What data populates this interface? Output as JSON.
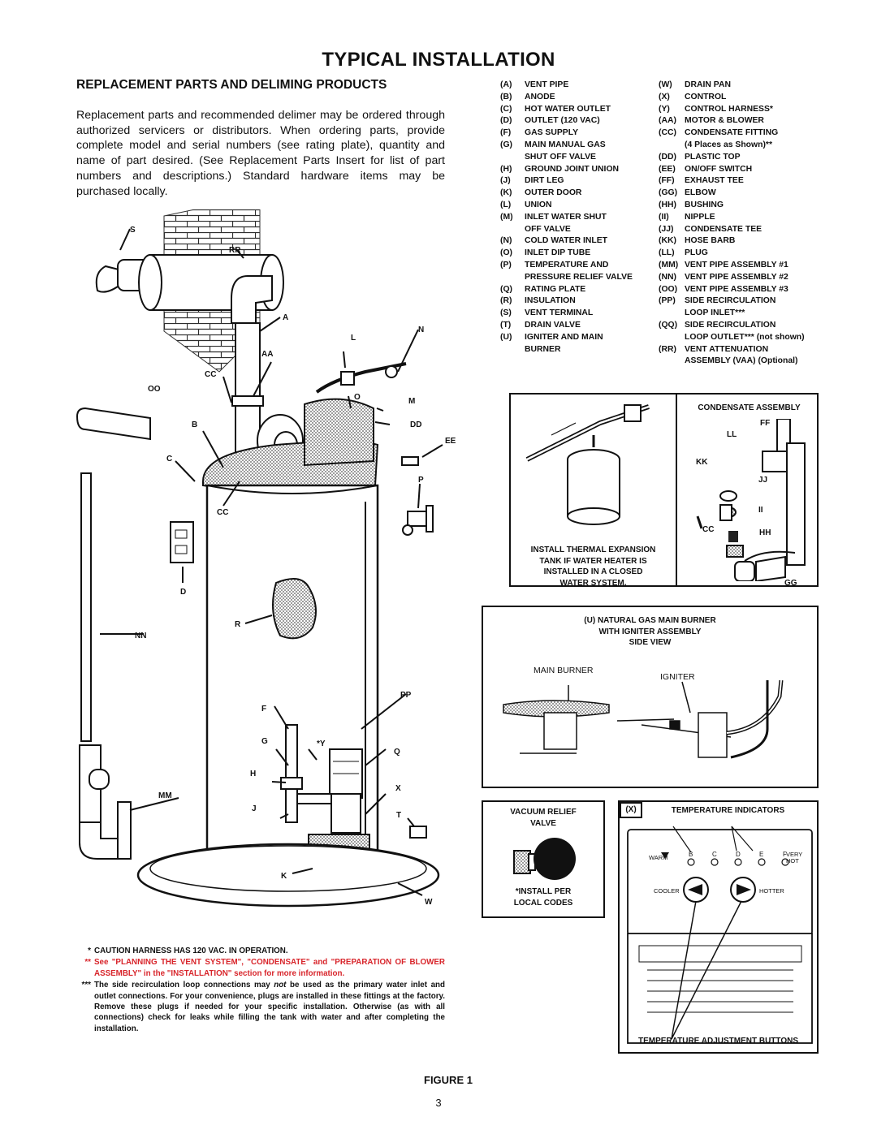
{
  "title": "TYPICAL INSTALLATION",
  "subtitle": "REPLACEMENT PARTS AND DELIMING PRODUCTS",
  "intro": "Replacement parts and recommended delimer may be ordered through authorized servicers or distributors. When ordering parts, provide complete model and serial numbers (see rating plate), quantity and name of part desired. (See Replacement Parts Insert for list of part numbers and descriptions.) Standard hardware items may be purchased locally.",
  "legend_left": [
    {
      "code": "(A)",
      "text": "VENT PIPE"
    },
    {
      "code": "(B)",
      "text": "ANODE"
    },
    {
      "code": "(C)",
      "text": "HOT WATER OUTLET"
    },
    {
      "code": "(D)",
      "text": "OUTLET (120 VAC)"
    },
    {
      "code": "(F)",
      "text": "GAS SUPPLY"
    },
    {
      "code": "(G)",
      "text": "MAIN MANUAL GAS"
    },
    {
      "code": "",
      "text": "SHUT OFF VALVE"
    },
    {
      "code": "(H)",
      "text": "GROUND JOINT UNION"
    },
    {
      "code": "(J)",
      "text": "DIRT LEG"
    },
    {
      "code": "(K)",
      "text": "OUTER DOOR"
    },
    {
      "code": "(L)",
      "text": "UNION"
    },
    {
      "code": "(M)",
      "text": "INLET WATER SHUT"
    },
    {
      "code": "",
      "text": "OFF VALVE"
    },
    {
      "code": "(N)",
      "text": "COLD WATER INLET"
    },
    {
      "code": "(O)",
      "text": "INLET DIP TUBE"
    },
    {
      "code": "(P)",
      "text": "TEMPERATURE AND"
    },
    {
      "code": "",
      "text": "PRESSURE RELIEF VALVE"
    },
    {
      "code": "(Q)",
      "text": "RATING PLATE"
    },
    {
      "code": "(R)",
      "text": "INSULATION"
    },
    {
      "code": "(S)",
      "text": "VENT TERMINAL"
    },
    {
      "code": "(T)",
      "text": "DRAIN VALVE"
    },
    {
      "code": "(U)",
      "text": "IGNITER AND MAIN"
    },
    {
      "code": "",
      "text": "BURNER"
    }
  ],
  "legend_right": [
    {
      "code": "(W)",
      "text": "DRAIN PAN"
    },
    {
      "code": "(X)",
      "text": "CONTROL"
    },
    {
      "code": "(Y)",
      "text": "CONTROL HARNESS*"
    },
    {
      "code": "(AA)",
      "text": "MOTOR & BLOWER"
    },
    {
      "code": "(CC)",
      "text": "CONDENSATE FITTING"
    },
    {
      "code": "",
      "text": "(4 Places as Shown)**"
    },
    {
      "code": "(DD)",
      "text": "PLASTIC TOP"
    },
    {
      "code": "(EE)",
      "text": "ON/OFF SWITCH"
    },
    {
      "code": "(FF)",
      "text": "EXHAUST TEE"
    },
    {
      "code": "(GG)",
      "text": "ELBOW"
    },
    {
      "code": "(HH)",
      "text": "BUSHING"
    },
    {
      "code": "(II)",
      "text": "NIPPLE"
    },
    {
      "code": "(JJ)",
      "text": "CONDENSATE TEE"
    },
    {
      "code": "(KK)",
      "text": "HOSE BARB"
    },
    {
      "code": "(LL)",
      "text": "PLUG"
    },
    {
      "code": "(MM)",
      "text": "VENT PIPE ASSEMBLY #1"
    },
    {
      "code": "(NN)",
      "text": "VENT PIPE ASSEMBLY #2"
    },
    {
      "code": "(OO)",
      "text": "VENT PIPE ASSEMBLY #3"
    },
    {
      "code": "(PP)",
      "text": "SIDE RECIRCULATION"
    },
    {
      "code": "",
      "text": "LOOP INLET***"
    },
    {
      "code": "(QQ)",
      "text": "SIDE RECIRCULATION"
    },
    {
      "code": "",
      "text": "LOOP OUTLET*** (not shown)"
    },
    {
      "code": "(RR)",
      "text": "VENT ATTENUATION"
    },
    {
      "code": "",
      "text": "ASSEMBLY (VAA) (Optional)"
    }
  ],
  "main_labels": [
    "S",
    "RR",
    "A",
    "L",
    "N",
    "AA",
    "CC",
    "OO",
    "O",
    "M",
    "B",
    "DD",
    "EE",
    "C",
    "P",
    "CC",
    "D",
    "R",
    "NN",
    "PP",
    "F",
    "G",
    "*Y",
    "Q",
    "H",
    "MM",
    "J",
    "X",
    "T",
    "K",
    "W"
  ],
  "expansion_caption": [
    "INSTALL THERMAL EXPANSION",
    "TANK IF WATER HEATER IS",
    "INSTALLED IN A CLOSED",
    "WATER SYSTEM."
  ],
  "condensate": {
    "title": "CONDENSATE ASSEMBLY",
    "labels": [
      "FF",
      "LL",
      "KK",
      "JJ",
      "II",
      "CC",
      "HH",
      "GG"
    ]
  },
  "burner": {
    "caption": [
      "(U)  NATURAL GAS MAIN BURNER",
      "WITH IGNITER ASSEMBLY",
      "SIDE VIEW"
    ],
    "main_burner": "MAIN BURNER",
    "igniter": "IGNITER"
  },
  "vacuum": {
    "title": [
      "VACUUM RELIEF",
      "VALVE"
    ],
    "note": [
      "*INSTALL PER",
      "LOCAL CODES"
    ]
  },
  "control": {
    "tag": "(X)",
    "title": "TEMPERATURE INDICATORS",
    "letters": [
      "B",
      "C",
      "D",
      "E",
      "F"
    ],
    "warm": "WARM",
    "very": "VERY",
    "hot": "HOT",
    "cooler": "COOLER",
    "hotter": "HOTTER",
    "buttons": "TEMPERATURE ADJUSTMENT BUTTONS"
  },
  "footnotes": [
    {
      "mark": "*",
      "text": "CAUTION HARNESS HAS 120 VAC. IN OPERATION."
    },
    {
      "mark": "**",
      "text": "See \"PLANNING THE VENT SYSTEM\", \"CONDENSATE\" and \"PREPARATION OF BLOWER ASSEMBLY\" in the \"INSTALLATION\" section for more information."
    },
    {
      "mark": "***",
      "text_a": "The side recirculation loop connections may ",
      "text_em": "not",
      "text_b": " be used as the primary water inlet and outlet connections. For your convenience, plugs are installed in these fittings at the factory. Remove these plugs if needed for your specific installation. Otherwise (as with all connections) check for leaks while filling the tank with water and after completing the installation."
    }
  ],
  "figure": "FIGURE 1",
  "page_number": "3",
  "colors": {
    "red_note": "#d8252b",
    "ink": "#111111"
  }
}
